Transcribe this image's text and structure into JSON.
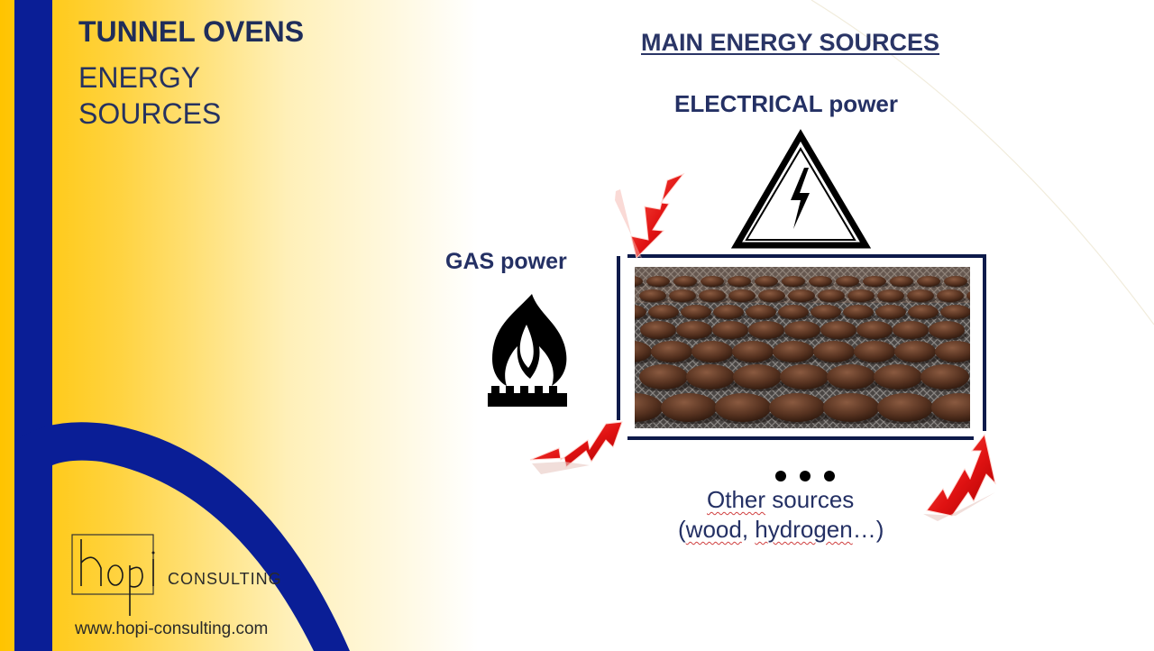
{
  "slide": {
    "section_title": "TUNNEL OVENS",
    "section_subtitle": "ENERGY SOURCES",
    "main_heading": "MAIN ENERGY SOURCES",
    "electrical_label_strong": "ELECTRICAL",
    "electrical_label_rest": " power",
    "gas_label_strong": "GAS",
    "gas_label_rest": " power",
    "other_sources": {
      "word1": "Other",
      "word1_rest": " sources",
      "line2_open": "(",
      "word2": "wood",
      "line2_mid": ", ",
      "word3": "hydrogen",
      "line2_close": "…)"
    }
  },
  "branding": {
    "logo_mark": "hopi",
    "brand_name": "CONSULTING",
    "website": "www.hopi-consulting.com"
  },
  "icons": [
    "high-voltage-warning-icon",
    "gas-flame-icon",
    "red-arrow-icon",
    "ellipsis-dots-icon"
  ],
  "colors": {
    "brand_yellow": "#ffc400",
    "brand_blue": "#0a1e96",
    "navy_text": "#1f2d5a",
    "arrow_red": "#d81010",
    "frame_navy": "#0d1a4a"
  }
}
